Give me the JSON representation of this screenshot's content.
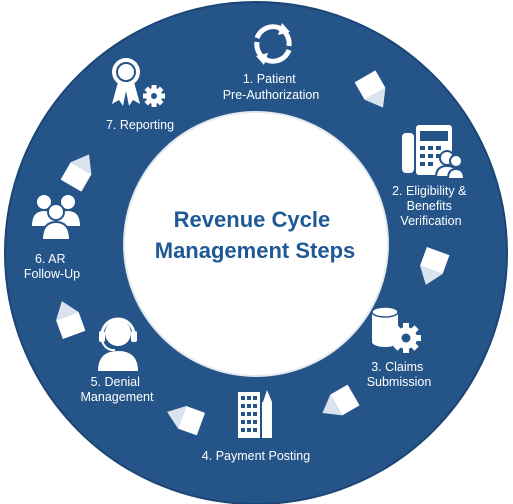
{
  "diagram": {
    "title_lines": [
      "Revenue Cycle",
      "Management Steps"
    ],
    "colors": {
      "ring": "#245488",
      "ring_edge": "#1b4574",
      "center_fill": "#ffffff",
      "title": "#1f5a96",
      "text": "#ffffff"
    },
    "steps": [
      {
        "lines": [
          "1. Patient",
          "Pre-Authorization"
        ],
        "icon": "refresh-cycle-icon"
      },
      {
        "lines": [
          "2. Eligibility &",
          "Benefits",
          "Verification"
        ],
        "icon": "phone-users-icon"
      },
      {
        "lines": [
          "3. Claims",
          "Submission"
        ],
        "icon": "database-gear-icon"
      },
      {
        "lines": [
          "4. Payment Posting"
        ],
        "icon": "buildings-icon"
      },
      {
        "lines": [
          "5. Denial",
          "Management"
        ],
        "icon": "headset-agent-icon"
      },
      {
        "lines": [
          "6. AR",
          "Follow-Up"
        ],
        "icon": "user-group-icon"
      },
      {
        "lines": [
          "7. Reporting"
        ],
        "icon": "award-ribbon-gear-icon"
      }
    ],
    "connector_icon": "folded-arrow-icon"
  }
}
